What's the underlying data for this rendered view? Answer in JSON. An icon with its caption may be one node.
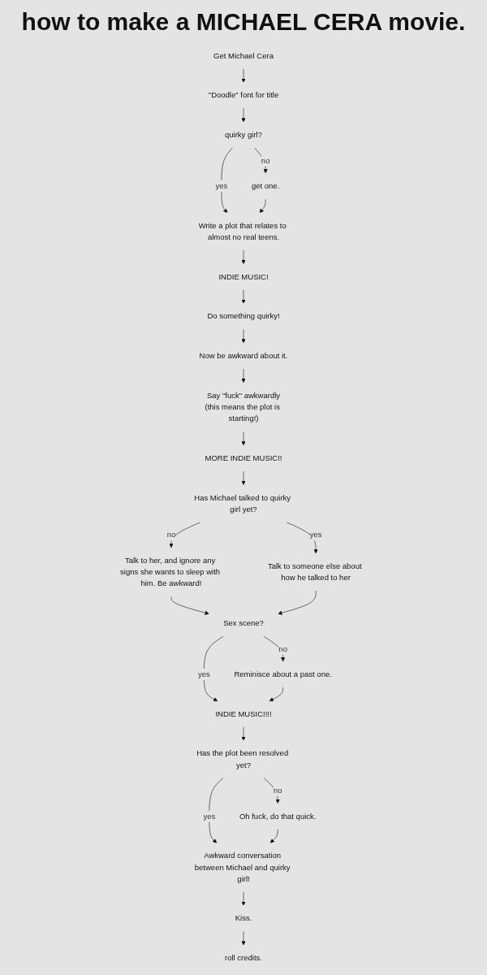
{
  "diagram": {
    "title": "how to make a MICHAEL CERA movie.",
    "nodes": [
      {
        "text": [
          "Get Michael Cera"
        ]
      },
      {
        "text": [
          "\"Doodle\" font for title"
        ]
      },
      {
        "text": [
          "quirky girl?"
        ]
      },
      {
        "text": [
          "get one."
        ]
      },
      {
        "text": [
          "Write a plot that relates to almost no real teens."
        ]
      },
      {
        "text": [
          "INDIE MUSIC!"
        ]
      },
      {
        "text": [
          "Do something quirky!"
        ]
      },
      {
        "text": [
          "Now be awkward about it."
        ]
      },
      {
        "text": [
          "Say \"fuck\" awkwardly",
          "(this means the plot is starting!)"
        ]
      },
      {
        "text": [
          "MORE INDIE MUSIC!!"
        ]
      },
      {
        "text": [
          "Has Michael talked to quirky girl yet?"
        ]
      },
      {
        "text": [
          "Talk to her, and ignore any signs she wants to sleep with him. Be awkward!"
        ]
      },
      {
        "text": [
          "Talk to someone else about how he talked to her"
        ]
      },
      {
        "text": [
          "Sex scene?"
        ]
      },
      {
        "text": [
          "INDIE MUSIC!!!!"
        ]
      },
      {
        "text": [
          "Reminisce about a past one."
        ]
      },
      {
        "text": [
          "Has the plot been resolved yet?"
        ]
      },
      {
        "text": [
          "Oh fuck, do that quick."
        ]
      },
      {
        "text": [
          "Awkward conversation between Michael and quirky girl!"
        ]
      },
      {
        "text": [
          "Kiss."
        ]
      },
      {
        "text": [
          "roll credits."
        ]
      }
    ],
    "edges": [
      {
        "from": 0,
        "to": 1,
        "arrow": "to"
      },
      {
        "from": 1,
        "to": 2,
        "arrow": "to"
      },
      {
        "from": 2,
        "to": 3,
        "arrow": "to",
        "label": "no"
      },
      {
        "from": 2,
        "to": 4,
        "arrow": "to",
        "label": "yes"
      },
      {
        "from": 3,
        "to": 4,
        "arrow": "to"
      },
      {
        "from": 4,
        "to": 5,
        "arrow": "to"
      },
      {
        "from": 5,
        "to": 6,
        "arrow": "to"
      },
      {
        "from": 6,
        "to": 7,
        "arrow": "to"
      },
      {
        "from": 7,
        "to": 8,
        "arrow": "to"
      },
      {
        "from": 8,
        "to": 9,
        "arrow": "to"
      },
      {
        "from": 9,
        "to": 10,
        "arrow": "to"
      },
      {
        "from": 10,
        "to": 11,
        "arrow": "to",
        "label": "no"
      },
      {
        "from": 10,
        "to": 12,
        "arrow": "to",
        "label": "yes"
      },
      {
        "from": 11,
        "to": 13,
        "arrow": "to"
      },
      {
        "from": 12,
        "to": 13,
        "arrow": "to"
      },
      {
        "from": 13,
        "to": 14,
        "arrow": "to",
        "label": "yes"
      },
      {
        "from": 13,
        "to": 15,
        "arrow": "to",
        "label": "no"
      },
      {
        "from": 15,
        "to": 14,
        "arrow": "to"
      },
      {
        "from": 14,
        "to": 16,
        "arrow": "to"
      },
      {
        "from": 16,
        "to": 17,
        "arrow": "to",
        "label": "no"
      },
      {
        "from": 16,
        "to": 18,
        "arrow": "to",
        "label": "yes"
      },
      {
        "from": 17,
        "to": 18,
        "arrow": "to"
      },
      {
        "from": 18,
        "to": 19,
        "arrow": "to"
      },
      {
        "from": 19,
        "to": 20,
        "arrow": "to"
      }
    ]
  }
}
